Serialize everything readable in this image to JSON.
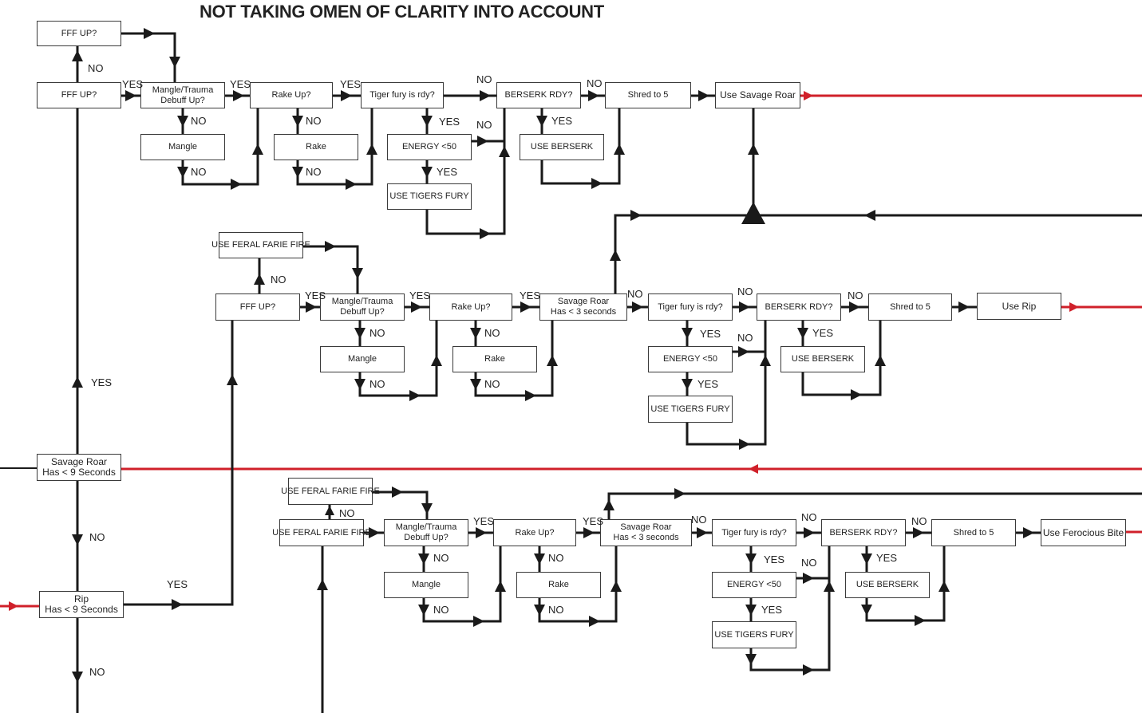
{
  "title": "NOT TAKING OMEN OF CLARITY INTO ACCOUNT",
  "colors": {
    "line": "#1a1a1a",
    "red_line": "#d0202a",
    "box_border": "#3a3a3a"
  },
  "nodes": {
    "fff_up_top": "FFF UP?",
    "fff_up_1": "FFF UP?",
    "mangle_debuff_1": [
      "Mangle/Trauma",
      "Debuff Up?"
    ],
    "rake_up_1": "Rake Up?",
    "tiger_fury_1": "Tiger fury is rdy?",
    "berserk_rdy_1": "BERSERK RDY?",
    "shred_1": "Shred to 5",
    "use_savage_roar": "Use Savage Roar",
    "mangle_1": "Mangle",
    "rake_1": "Rake",
    "energy_1": "ENERGY <50",
    "use_berserk_1": "USE BERSERK",
    "use_tigers_fury_1": "USE TIGERS FURY",
    "use_ff_2": "USE FERAL FARIE FIRE",
    "fff_up_2": "FFF UP?",
    "mangle_debuff_2": [
      "Mangle/Trauma",
      "Debuff Up?"
    ],
    "rake_up_2": "Rake Up?",
    "savage_check_2": [
      "Savage Roar",
      "Has < 3 seconds"
    ],
    "tiger_fury_2": "Tiger fury is rdy?",
    "berserk_rdy_2": "BERSERK RDY?",
    "shred_2": "Shred to 5",
    "use_rip": "Use Rip",
    "mangle_2": "Mangle",
    "rake_2": "Rake",
    "energy_2": "ENERGY <50",
    "use_berserk_2": "USE BERSERK",
    "use_tigers_fury_2": "USE TIGERS FURY",
    "savage_roar_9": [
      "Savage Roar",
      "Has < 9 Seconds"
    ],
    "rip_9": [
      "Rip",
      "Has < 9 Seconds"
    ],
    "use_ff_3a": "USE FERAL FARIE FIRE",
    "use_ff_3b": "USE FERAL FARIE FIRE",
    "mangle_debuff_3": [
      "Mangle/Trauma",
      "Debuff Up?"
    ],
    "rake_up_3": "Rake Up?",
    "savage_check_3": [
      "Savage Roar",
      "Has < 3 seconds"
    ],
    "tiger_fury_3": "Tiger fury is rdy?",
    "berserk_rdy_3": "BERSERK RDY?",
    "shred_3": "Shred to 5",
    "use_ferocious_bite": "Use Ferocious Bite",
    "mangle_3": "Mangle",
    "rake_3": "Rake",
    "energy_3": "ENERGY <50",
    "use_berserk_3": "USE BERSERK",
    "use_tigers_fury_3": "USE TIGERS FURY"
  },
  "edge_labels": {
    "yes": "YES",
    "no": "NO"
  }
}
